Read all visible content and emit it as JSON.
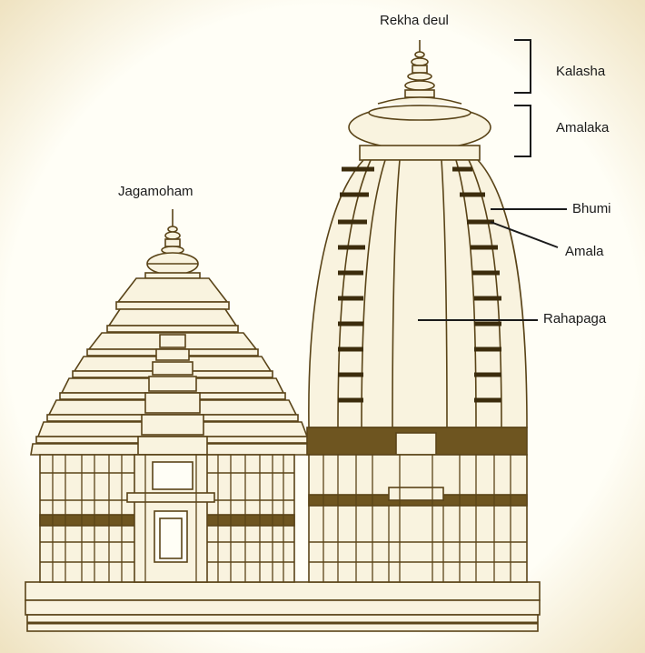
{
  "labels": {
    "rekha_deul": "Rekha deul",
    "jagamoham": "Jagamoham",
    "kalasha": "Kalasha",
    "amalaka": "Amalaka",
    "bhumi": "Bhumi",
    "amala": "Amala",
    "rahapaga": "Rahapaga"
  },
  "colors": {
    "background": "#fffef6",
    "line": "#5a4418",
    "fill": "#f9f3df",
    "band": "#6e5520",
    "label_text": "#1a1a1a"
  }
}
